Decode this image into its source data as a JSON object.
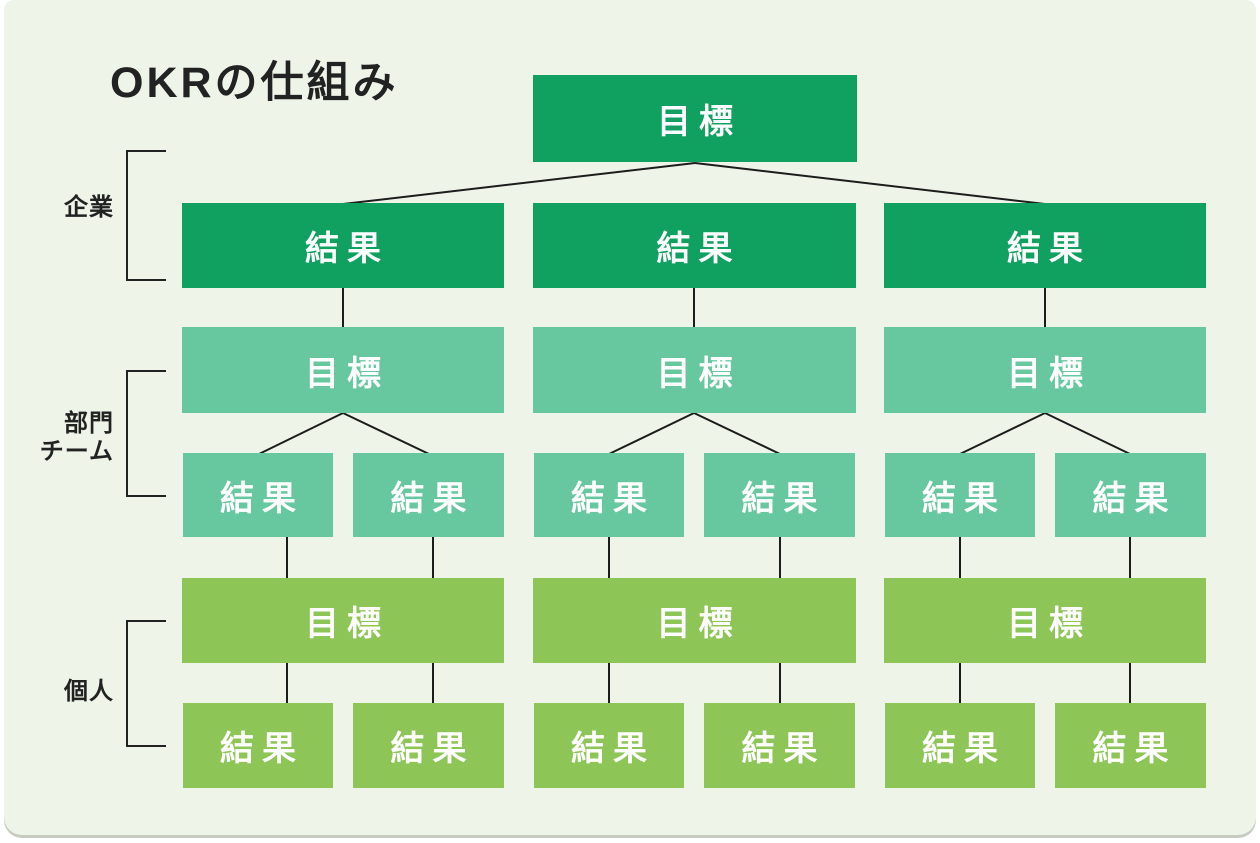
{
  "title": "OKRの仕組み",
  "terms": {
    "objective": "目標",
    "key_result": "結果"
  },
  "side_labels": [
    {
      "id": "company",
      "label_lines": [
        "企業"
      ]
    },
    {
      "id": "team",
      "label_lines": [
        "部門",
        "チーム"
      ]
    },
    {
      "id": "individual",
      "label_lines": [
        "個人"
      ]
    }
  ],
  "tree": {
    "company": {
      "objective": "目標",
      "key_results": [
        "結果",
        "結果",
        "結果"
      ]
    },
    "team": {
      "groups": [
        {
          "objective": "目標",
          "key_results": [
            "結果",
            "結果"
          ]
        },
        {
          "objective": "目標",
          "key_results": [
            "結果",
            "結果"
          ]
        },
        {
          "objective": "目標",
          "key_results": [
            "結果",
            "結果"
          ]
        }
      ]
    },
    "individual": {
      "groups": [
        {
          "objective": "目標",
          "key_results": [
            "結果",
            "結果"
          ]
        },
        {
          "objective": "目標",
          "key_results": [
            "結果",
            "結果"
          ]
        },
        {
          "objective": "目標",
          "key_results": [
            "結果",
            "結果"
          ]
        }
      ]
    }
  },
  "colors": {
    "background_panel": "#EEF4E8",
    "company_green": "#10A05F",
    "team_teal": "#67C8A0",
    "individual_green": "#8DC556",
    "connector_line": "#1C1C1C",
    "text_dark": "#222222",
    "text_on_box": "#FFFFFF"
  }
}
